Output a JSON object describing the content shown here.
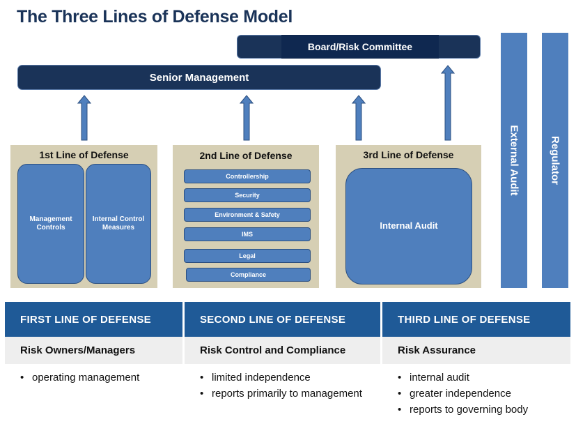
{
  "title": "The Three Lines of Defense Model",
  "board_label": "Board/Risk Committee",
  "senior_label": "Senior Management",
  "external_audit": "External Audit",
  "regulator": "Regulator",
  "line1": {
    "title": "1st Line of Defense",
    "boxes": [
      "Management Controls",
      "Internal Control Measures"
    ]
  },
  "line2": {
    "title": "2nd Line of Defense",
    "items": [
      "Controllership",
      "Security",
      "Environment & Safety",
      "IMS",
      "Legal",
      "Compliance"
    ]
  },
  "line3": {
    "title": "3rd Line of Defense",
    "box": "Internal Audit"
  },
  "columns": [
    {
      "header": "FIRST LINE OF DEFENSE",
      "sub": "Risk Owners/Managers",
      "bullets": [
        "operating management"
      ]
    },
    {
      "header": "SECOND LINE OF DEFENSE",
      "sub": "Risk Control and Compliance",
      "bullets": [
        "limited independence",
        "reports primarily to management"
      ]
    },
    {
      "header": "THIRD LINE OF DEFENSE",
      "sub": "Risk Assurance",
      "bullets": [
        "internal audit",
        "greater independence",
        "reports to governing body"
      ]
    }
  ],
  "colors": {
    "navy": "#1a3358",
    "blue": "#4f7fbd",
    "header_blue": "#1f5a97",
    "panel": "#d6cfb4"
  }
}
